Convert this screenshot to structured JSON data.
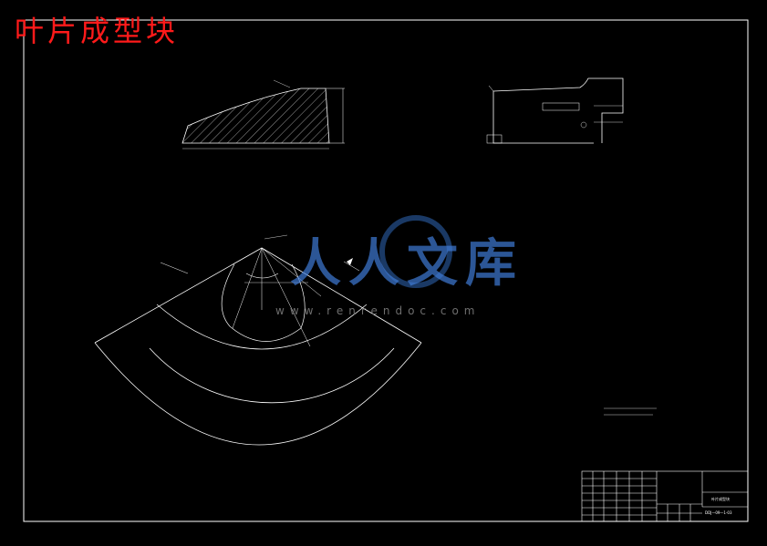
{
  "title": "叶片成型块",
  "watermark": {
    "brand": "人人文库",
    "url": "www.renrendoc.com"
  },
  "title_block": {
    "drawing_no": "DDJ一09一1-03",
    "part_name": "叶片成型块"
  },
  "colors": {
    "background": "#000000",
    "line": "#ffffff",
    "title": "#ff1a1a",
    "watermark": "#3f7bd6"
  }
}
